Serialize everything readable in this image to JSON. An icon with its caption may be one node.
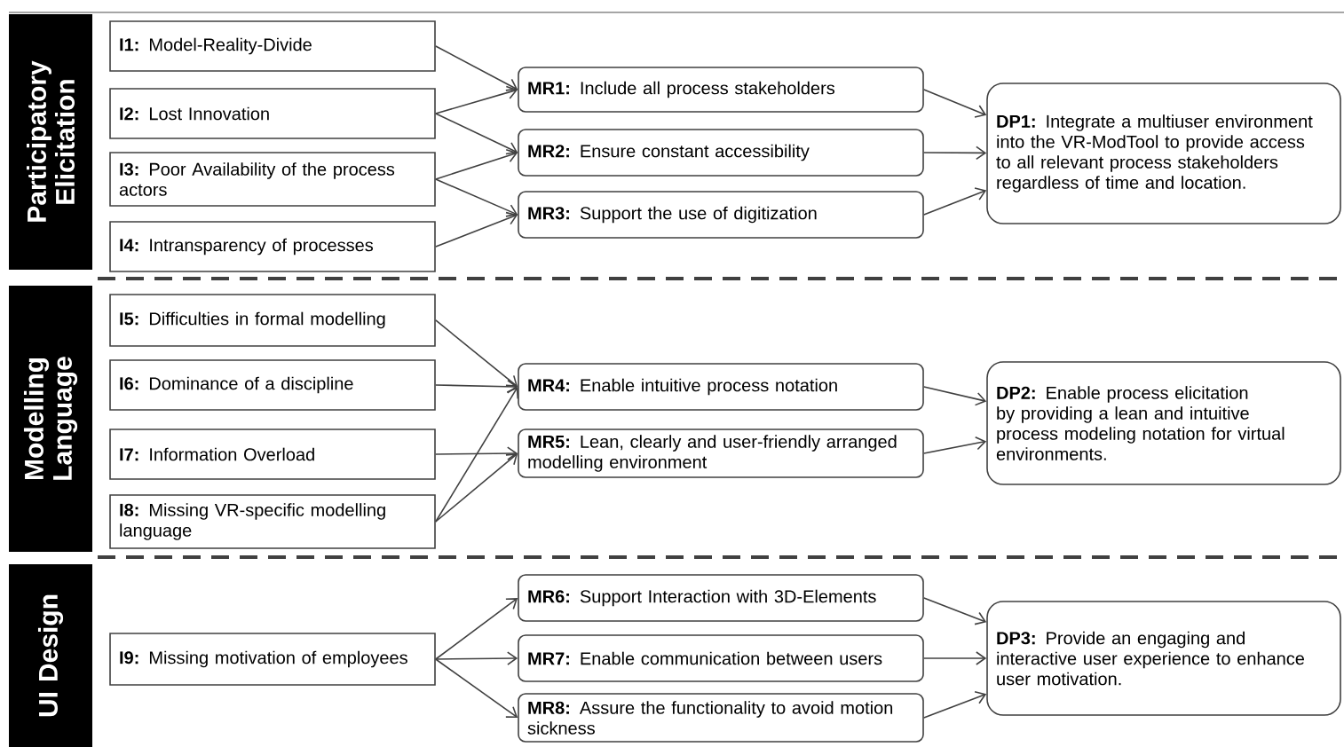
{
  "diagram": {
    "nodes": [
      {
        "text": [
          "Participatory Elicitation"
        ]
      },
      {
        "text": [
          "**I1:** Model-Reality-Divide"
        ]
      },
      {
        "text": [
          "**I2:** Lost Innovation"
        ]
      },
      {
        "text": [
          "**I3:** Poor Availability of the process actors"
        ]
      },
      {
        "text": [
          "**I4:** Intransparency of processes"
        ]
      },
      {
        "text": [
          "**MR1:** Include all process stakeholders"
        ]
      },
      {
        "text": [
          "**MR2:** Ensure constant accessibility"
        ]
      },
      {
        "text": [
          "**MR3:** Support the use of digitization"
        ]
      },
      {
        "text": [
          "**DP1:** Integrate a multiuser environment into the VR-ModTool to provide access to all relevant process stakeholders regardless of time and location."
        ]
      },
      {
        "text": [
          "Modelling Language"
        ]
      },
      {
        "text": [
          "**I5:** Difficulties in formal modelling"
        ]
      },
      {
        "text": [
          "**I6:** Dominance of a discipline"
        ]
      },
      {
        "text": [
          "**I7:** Information Overload"
        ]
      },
      {
        "text": [
          "**I8:** Missing VR-specific modelling language"
        ]
      },
      {
        "text": [
          "**MR4:** Enable intuitive process notation"
        ]
      },
      {
        "text": [
          "**MR5:** Lean, clearly and user-friendly arranged modelling environment"
        ]
      },
      {
        "text": [
          "**DP2:** Enable process elicitation by providing a lean and intuitive process modeling notation for virtual environments."
        ]
      },
      {
        "text": [
          "UI Design"
        ]
      },
      {
        "text": [
          "**I9:** Missing motivation of employees"
        ]
      },
      {
        "text": [
          "**MR6:** Support Interaction with 3D-Elements"
        ]
      },
      {
        "text": [
          "**MR7:** Enable communication between users"
        ]
      },
      {
        "text": [
          "**MR8:** Assure the functionality to avoid motion sickness"
        ]
      },
      {
        "text": [
          "**DP3:** Provide an engaging and interactive user experience to enhance user motivation."
        ]
      }
    ],
    "edges": [
      {
        "from": 1,
        "to": 5,
        "arrow": "to"
      },
      {
        "from": 2,
        "to": 5,
        "arrow": "to"
      },
      {
        "from": 2,
        "to": 6,
        "arrow": "to"
      },
      {
        "from": 3,
        "to": 6,
        "arrow": "to"
      },
      {
        "from": 3,
        "to": 7,
        "arrow": "to"
      },
      {
        "from": 4,
        "to": 7,
        "arrow": "to"
      },
      {
        "from": 5,
        "to": 8,
        "arrow": "to"
      },
      {
        "from": 6,
        "to": 8,
        "arrow": "to"
      },
      {
        "from": 7,
        "to": 8,
        "arrow": "to"
      },
      {
        "from": 10,
        "to": 14,
        "arrow": "to"
      },
      {
        "from": 11,
        "to": 14,
        "arrow": "to"
      },
      {
        "from": 12,
        "to": 15,
        "arrow": "to"
      },
      {
        "from": 13,
        "to": 14,
        "arrow": "to"
      },
      {
        "from": 13,
        "to": 15,
        "arrow": "to"
      },
      {
        "from": 14,
        "to": 16,
        "arrow": "to"
      },
      {
        "from": 15,
        "to": 16,
        "arrow": "to"
      },
      {
        "from": 18,
        "to": 19,
        "arrow": "to"
      },
      {
        "from": 18,
        "to": 20,
        "arrow": "to"
      },
      {
        "from": 18,
        "to": 21,
        "arrow": "to"
      },
      {
        "from": 19,
        "to": 22,
        "arrow": "to"
      },
      {
        "from": 20,
        "to": 22,
        "arrow": "to"
      },
      {
        "from": 21,
        "to": 22,
        "arrow": "to"
      }
    ]
  }
}
